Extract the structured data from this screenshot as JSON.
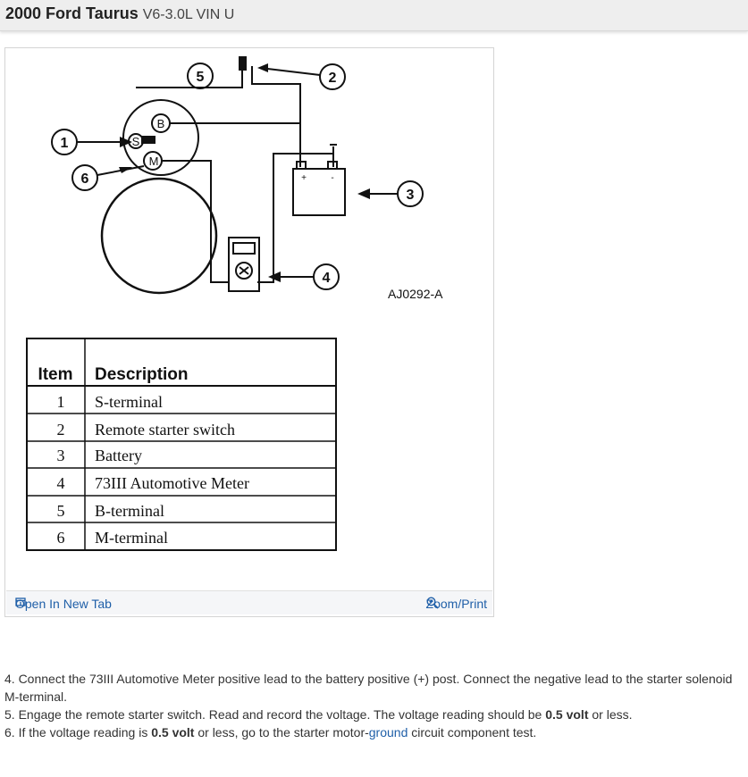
{
  "header": {
    "make_model": "2000 Ford Taurus",
    "engine": "V6-3.0L VIN U"
  },
  "diagram": {
    "code": "AJ0292-A",
    "callouts": [
      "1",
      "2",
      "3",
      "4",
      "5",
      "6"
    ],
    "terminal_labels": [
      "S",
      "B",
      "M"
    ],
    "battery_signs": [
      "+",
      "-"
    ]
  },
  "table": {
    "headers": [
      "Item",
      "Description"
    ],
    "rows": [
      {
        "item": "1",
        "description": "S-terminal"
      },
      {
        "item": "2",
        "description": "Remote starter switch"
      },
      {
        "item": "3",
        "description": "Battery"
      },
      {
        "item": "4",
        "description": "73III Automotive Meter"
      },
      {
        "item": "5",
        "description": "B-terminal"
      },
      {
        "item": "6",
        "description": "M-terminal"
      }
    ]
  },
  "footer": {
    "open_tab": "Open In New Tab",
    "zoom": "Zoom/Print"
  },
  "icons": {
    "open_tab": "open-new-tab-icon",
    "zoom": "magnifier-icon"
  },
  "colors": {
    "link": "#1f5fa8",
    "header_bg": "#eeeeee"
  },
  "instructions": {
    "step4": "4. Connect the 73III Automotive Meter positive lead to the battery positive (+) post. Connect the negative lead to the starter solenoid M-terminal.",
    "step5_pre": "5. Engage the remote starter switch. Read and record the voltage. The voltage reading should be ",
    "step5_bold": "0.5 volt",
    "step5_post": " or less.",
    "step6_pre": "6. If the voltage reading is ",
    "step6_bold": "0.5 volt",
    "step6_mid": " or less, go to the starter motor-",
    "step6_link": "ground",
    "step6_post": " circuit component test."
  }
}
